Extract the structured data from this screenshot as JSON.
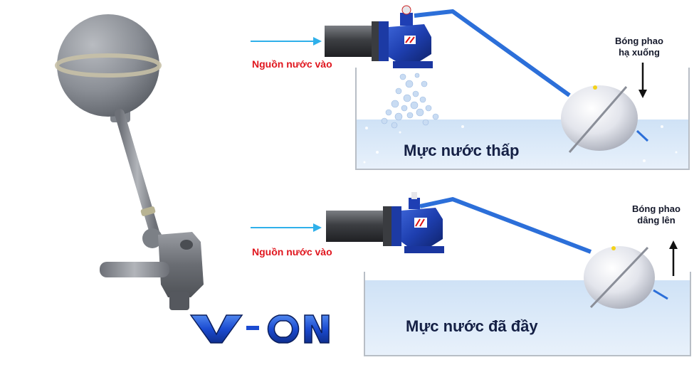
{
  "panels": {
    "top": {
      "inlet_label": "Nguồn nước vào",
      "float_label_line1": "Bóng phao",
      "float_label_line2": "hạ xuống",
      "level_label": "Mực nước thấp"
    },
    "bottom": {
      "inlet_label": "Nguồn nước vào",
      "float_label_line1": "Bóng phao",
      "float_label_line2": "dâng lên",
      "level_label": "Mực nước đã đầy"
    }
  },
  "brand": {
    "logo_text": "V-ON"
  },
  "colors": {
    "arrow": "#2fb0ea",
    "label_red": "#e0161e",
    "valve_blue": "#1e3fb0",
    "arm_blue": "#2c6fd9",
    "water": "#dbe9f8",
    "tank_border": "#b8bec6",
    "logo_blue": "#1b4bd1"
  }
}
